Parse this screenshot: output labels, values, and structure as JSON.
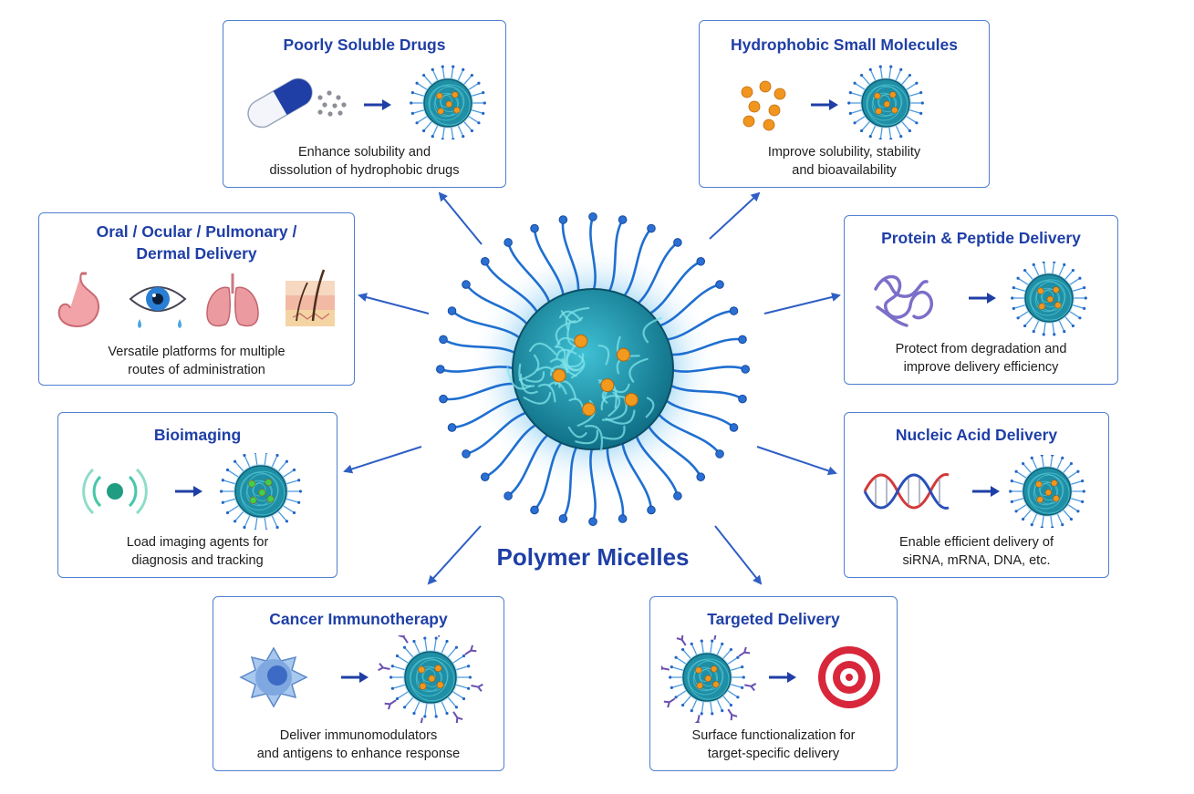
{
  "hub": {
    "title": "Polymer Micelles"
  },
  "cards": [
    {
      "key": "poorly_soluble",
      "title": "Poorly Soluble Drugs",
      "desc": [
        "Enhance solubility and",
        "dissolution of hydrophobic drugs"
      ]
    },
    {
      "key": "hydrophobic",
      "title": "Hydrophobic Small Molecules",
      "desc": [
        "Improve solubility, stability",
        "and bioavailability"
      ]
    },
    {
      "key": "routes",
      "title": [
        "Oral / Ocular / Pulmonary /",
        "Dermal Delivery"
      ],
      "desc": [
        "Versatile platforms for multiple",
        "routes of administration"
      ]
    },
    {
      "key": "protein",
      "title": "Protein & Peptide Delivery",
      "desc": [
        "Protect from degradation and",
        "improve delivery efficiency"
      ]
    },
    {
      "key": "bioimaging",
      "title": "Bioimaging",
      "desc": [
        "Load imaging agents for",
        "diagnosis and tracking"
      ]
    },
    {
      "key": "nucleic",
      "title": "Nucleic Acid Delivery",
      "desc": [
        "Enable efficient delivery of",
        "siRNA, mRNA, DNA, etc."
      ]
    },
    {
      "key": "immuno",
      "title": "Cancer Immunotherapy",
      "desc": [
        "Deliver immunomodulators",
        "and antigens to enhance response"
      ]
    },
    {
      "key": "targeted",
      "title": "Targeted Delivery",
      "desc": [
        "Surface functionalization for",
        "target-specific delivery"
      ]
    }
  ],
  "colors": {
    "accent": "#1f3fa6",
    "arrow": "#2f5fc4",
    "border": "#4f7fd1",
    "core": "#1f8fa6",
    "payload": "#f0961e"
  }
}
